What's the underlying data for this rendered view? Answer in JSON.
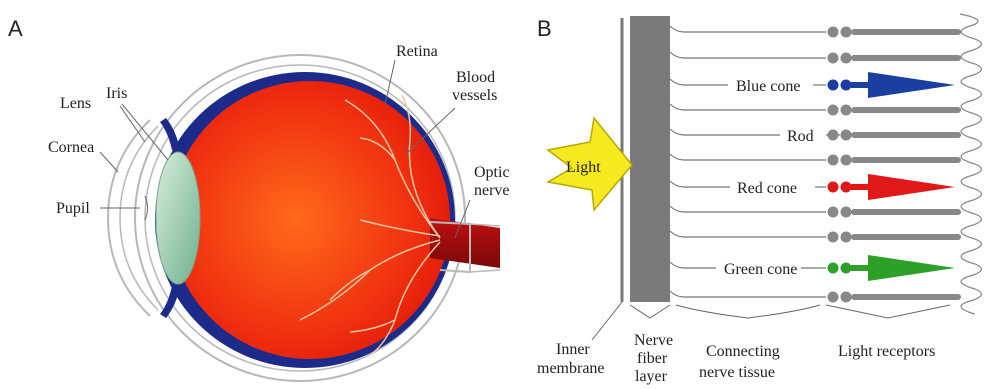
{
  "panel_a": {
    "letter": "A",
    "labels": {
      "lens": "Lens",
      "iris": "Iris",
      "cornea": "Cornea",
      "pupil": "Pupil",
      "retina": "Retina",
      "blood_vessels_1": "Blood",
      "blood_vessels_2": "vessels",
      "optic_nerve_1": "Optic",
      "optic_nerve_2": "nerve"
    }
  },
  "panel_b": {
    "letter": "B",
    "light": "Light",
    "receptors": {
      "blue_cone": "Blue cone",
      "rod": "Rod",
      "red_cone": "Red cone",
      "green_cone": "Green cone"
    },
    "bottom_labels": {
      "inner_membrane_1": "Inner",
      "inner_membrane_2": "membrane",
      "nerve_fiber_1": "Nerve",
      "nerve_fiber_2": "fiber",
      "nerve_fiber_3": "layer",
      "connecting_1": "Connecting",
      "connecting_2": "nerve tissue",
      "light_receptors": "Light receptors"
    },
    "colors": {
      "blue_cone": "#1a3fa0",
      "red_cone": "#e01818",
      "green_cone": "#2ea02a",
      "rod": "#888888"
    }
  }
}
